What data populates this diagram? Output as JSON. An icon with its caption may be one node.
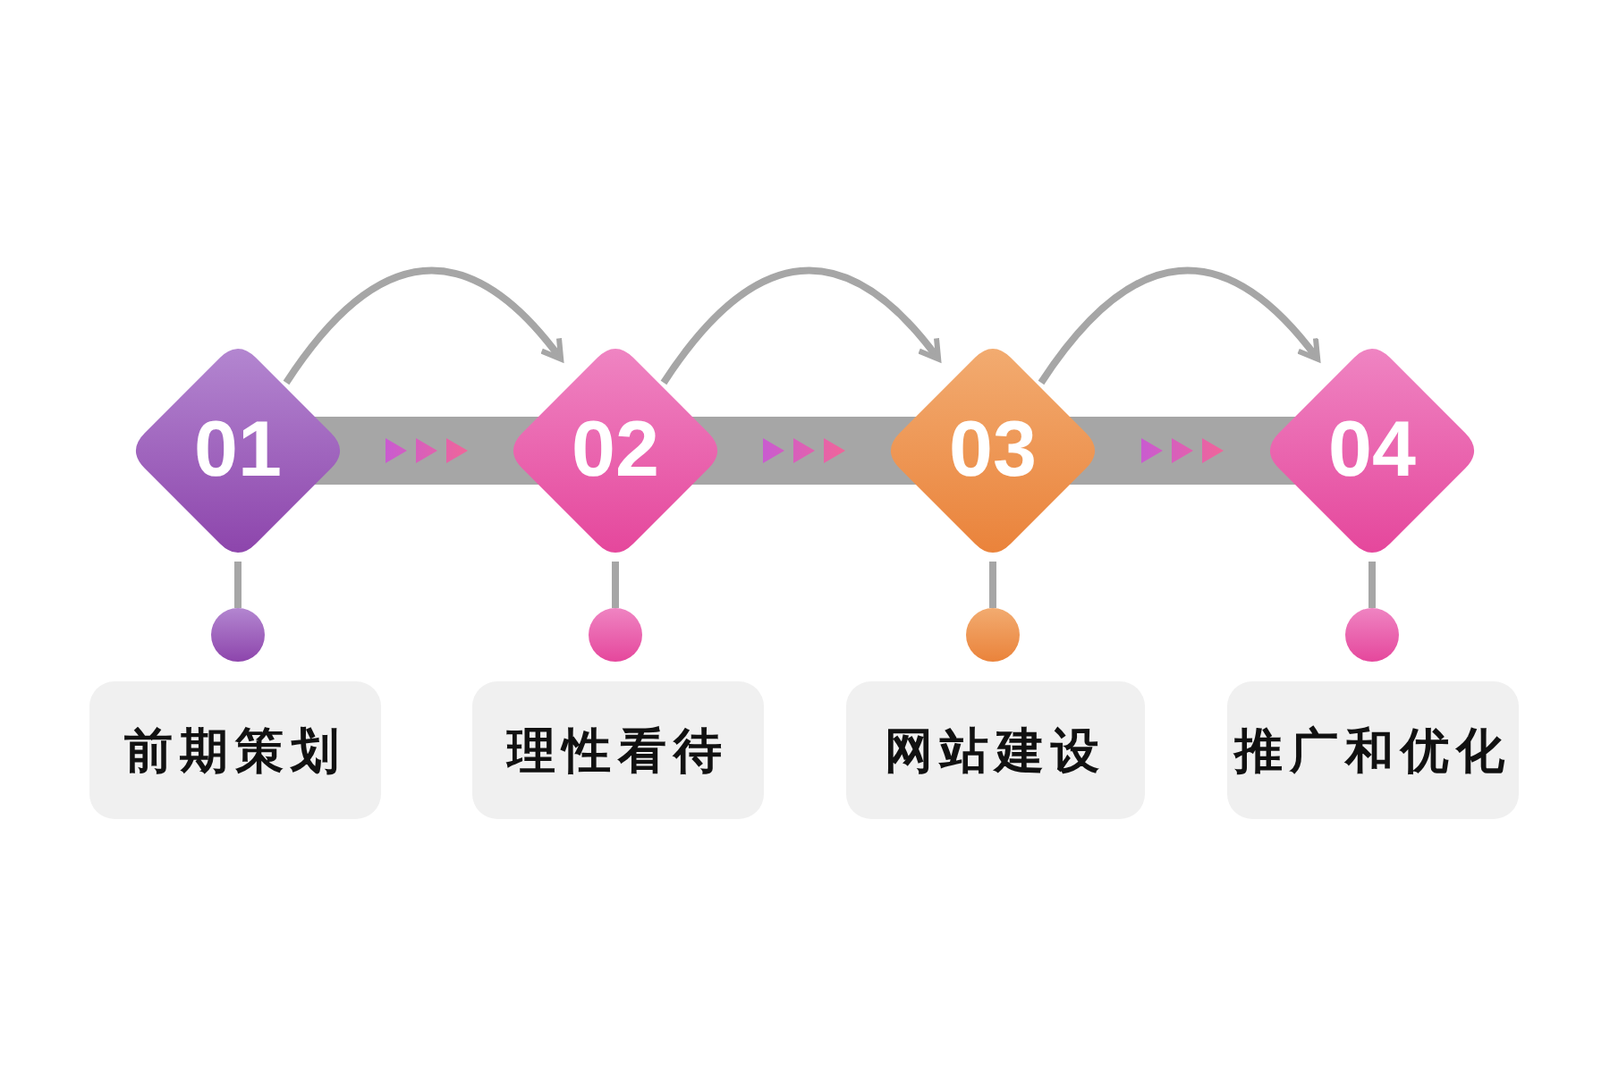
{
  "diagram": {
    "nodes": [
      {
        "text": [
          "01"
        ]
      },
      {
        "text": [
          "02"
        ]
      },
      {
        "text": [
          "03"
        ]
      },
      {
        "text": [
          "04"
        ]
      },
      {
        "text": [],
        "shape": "circle"
      },
      {
        "text": [],
        "shape": "circle"
      },
      {
        "text": [],
        "shape": "circle"
      },
      {
        "text": [],
        "shape": "circle"
      },
      {
        "text": [
          "前期策划"
        ]
      },
      {
        "text": [
          "理性看待"
        ]
      },
      {
        "text": [
          "网站建设"
        ]
      },
      {
        "text": [
          "推广和优化"
        ]
      }
    ],
    "edges": [
      {
        "from": 0,
        "to": 1,
        "arrow": "to"
      },
      {
        "from": 1,
        "to": 2,
        "arrow": "to"
      },
      {
        "from": 2,
        "to": 3,
        "arrow": "to"
      },
      {
        "from": 0,
        "to": 1,
        "arrow": "to",
        "style": "thick"
      },
      {
        "from": 1,
        "to": 2,
        "arrow": "to",
        "style": "thick"
      },
      {
        "from": 2,
        "to": 3,
        "arrow": "to",
        "style": "thick"
      },
      {
        "from": 0,
        "to": 4,
        "arrow": "none"
      },
      {
        "from": 1,
        "to": 5,
        "arrow": "none"
      },
      {
        "from": 2,
        "to": 6,
        "arrow": "none"
      },
      {
        "from": 3,
        "to": 7,
        "arrow": "none"
      }
    ]
  }
}
